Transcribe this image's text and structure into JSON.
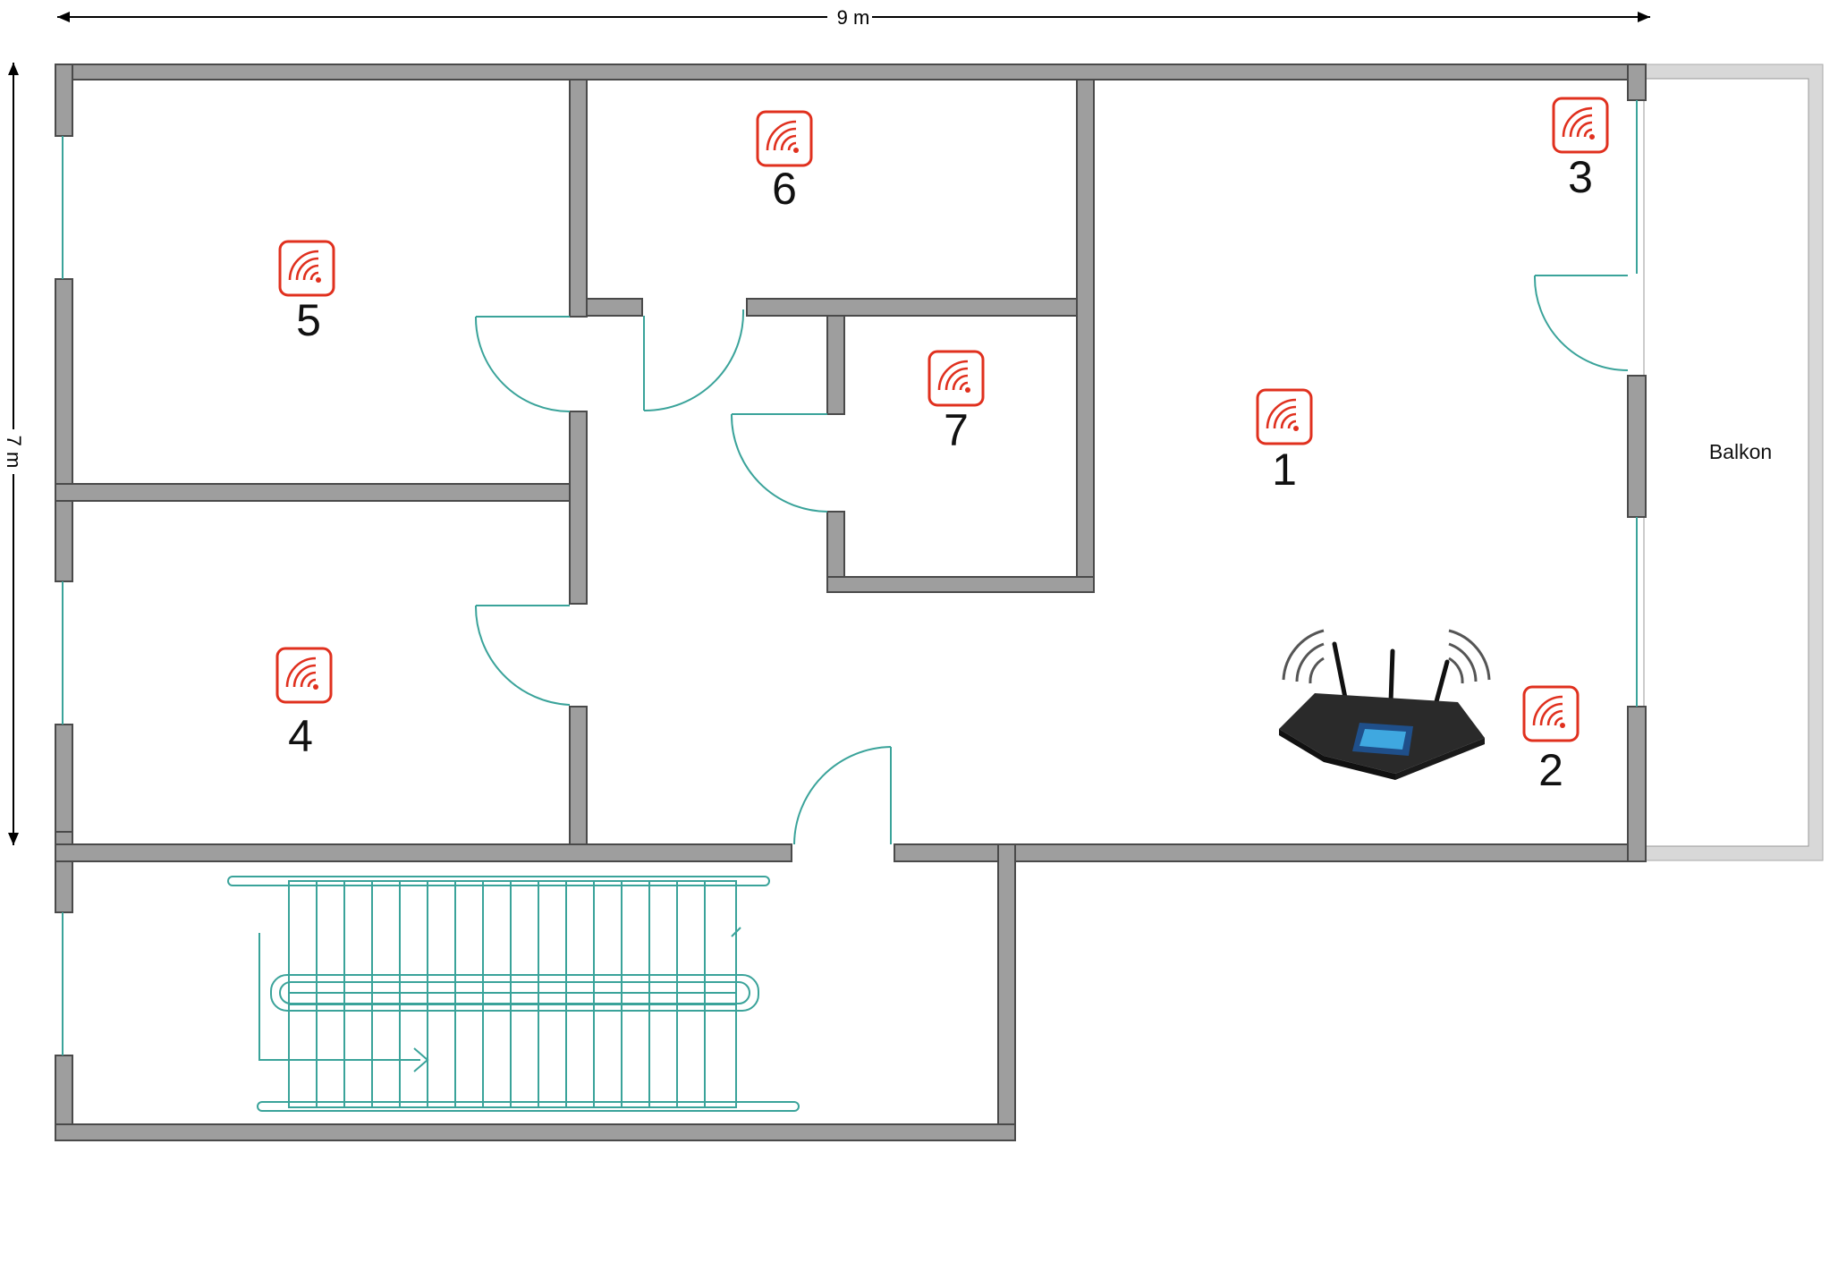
{
  "dimensions": {
    "width_label": "9 m",
    "height_label": "7 m"
  },
  "balcony": {
    "label": "Balkon"
  },
  "sensors": [
    {
      "label": "1",
      "icon": "wifi-signal-icon"
    },
    {
      "label": "2",
      "icon": "wifi-signal-icon"
    },
    {
      "label": "3",
      "icon": "wifi-signal-icon"
    },
    {
      "label": "4",
      "icon": "wifi-signal-icon"
    },
    {
      "label": "5",
      "icon": "wifi-signal-icon"
    },
    {
      "label": "6",
      "icon": "wifi-signal-icon"
    },
    {
      "label": "7",
      "icon": "wifi-signal-icon"
    }
  ],
  "router": {
    "icon": "router-icon"
  },
  "colors": {
    "wall": "#9e9e9e",
    "fixture": "#3aa39a",
    "sensor": "#e0301e"
  }
}
